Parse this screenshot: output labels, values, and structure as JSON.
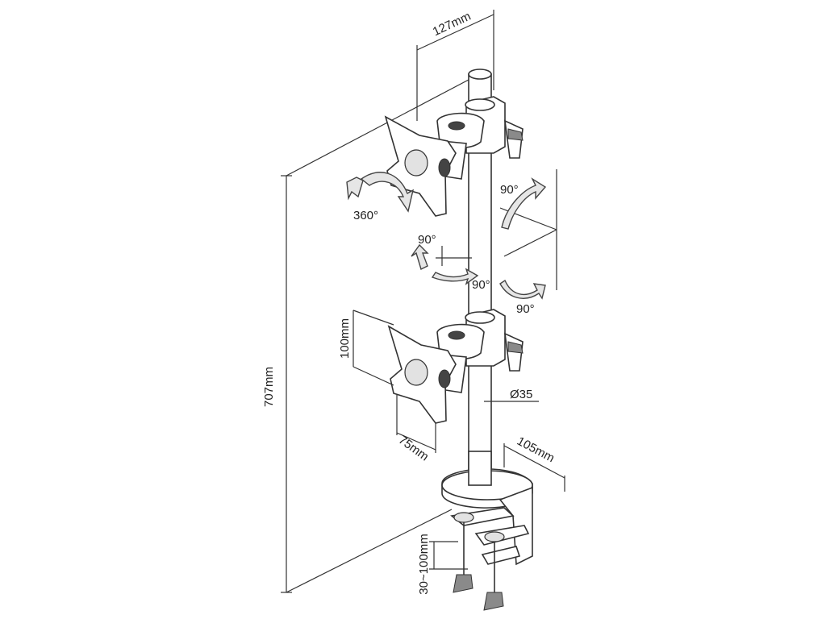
{
  "dimensions": {
    "arm_offset": "127mm",
    "total_height": "707mm",
    "vesa_height": "100mm",
    "vesa_width": "75mm",
    "pole_diameter": "Ø35",
    "base_depth": "105mm",
    "clamp_range": "30~100mm"
  },
  "rotations": {
    "swivel": "360°",
    "tilt_right": "90°",
    "tilt_upper": "90°",
    "tilt_middle": "90°",
    "tilt_lower": "90°"
  },
  "colors": {
    "line": "#333333",
    "arrow_fill": "#e6e6e6",
    "knob": "#444444"
  }
}
